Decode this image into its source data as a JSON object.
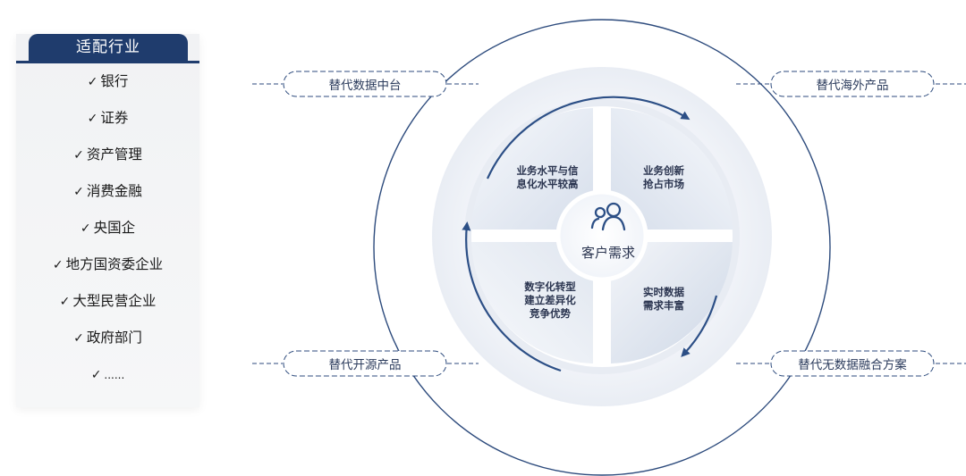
{
  "industries": {
    "title": "适配行业",
    "check": "✓",
    "items": [
      "银行",
      "证券",
      "资产管理",
      "消费金融",
      "央国企",
      "地方国资委企业",
      "大型民营企业",
      "政府部门",
      "......"
    ]
  },
  "replacements": {
    "top_left": "替代数据中台",
    "top_right": "替代海外产品",
    "bottom_left": "替代开源产品",
    "bottom_right": "替代无数据融合方案"
  },
  "center": {
    "label": "客户需求",
    "icon": "users-icon"
  },
  "quadrants": {
    "top_left": [
      "业务水平与信",
      "息化水平较高"
    ],
    "top_right": [
      "业务创新",
      "抢占市场"
    ],
    "bottom_left": [
      "数字化转型",
      "建立差异化",
      "竞争优势"
    ],
    "bottom_right": [
      "实时数据",
      "需求丰富"
    ]
  },
  "colors": {
    "navy": "#1f3c6d",
    "ring": "#2c4a7c",
    "quadrant": "#dde3ee"
  }
}
